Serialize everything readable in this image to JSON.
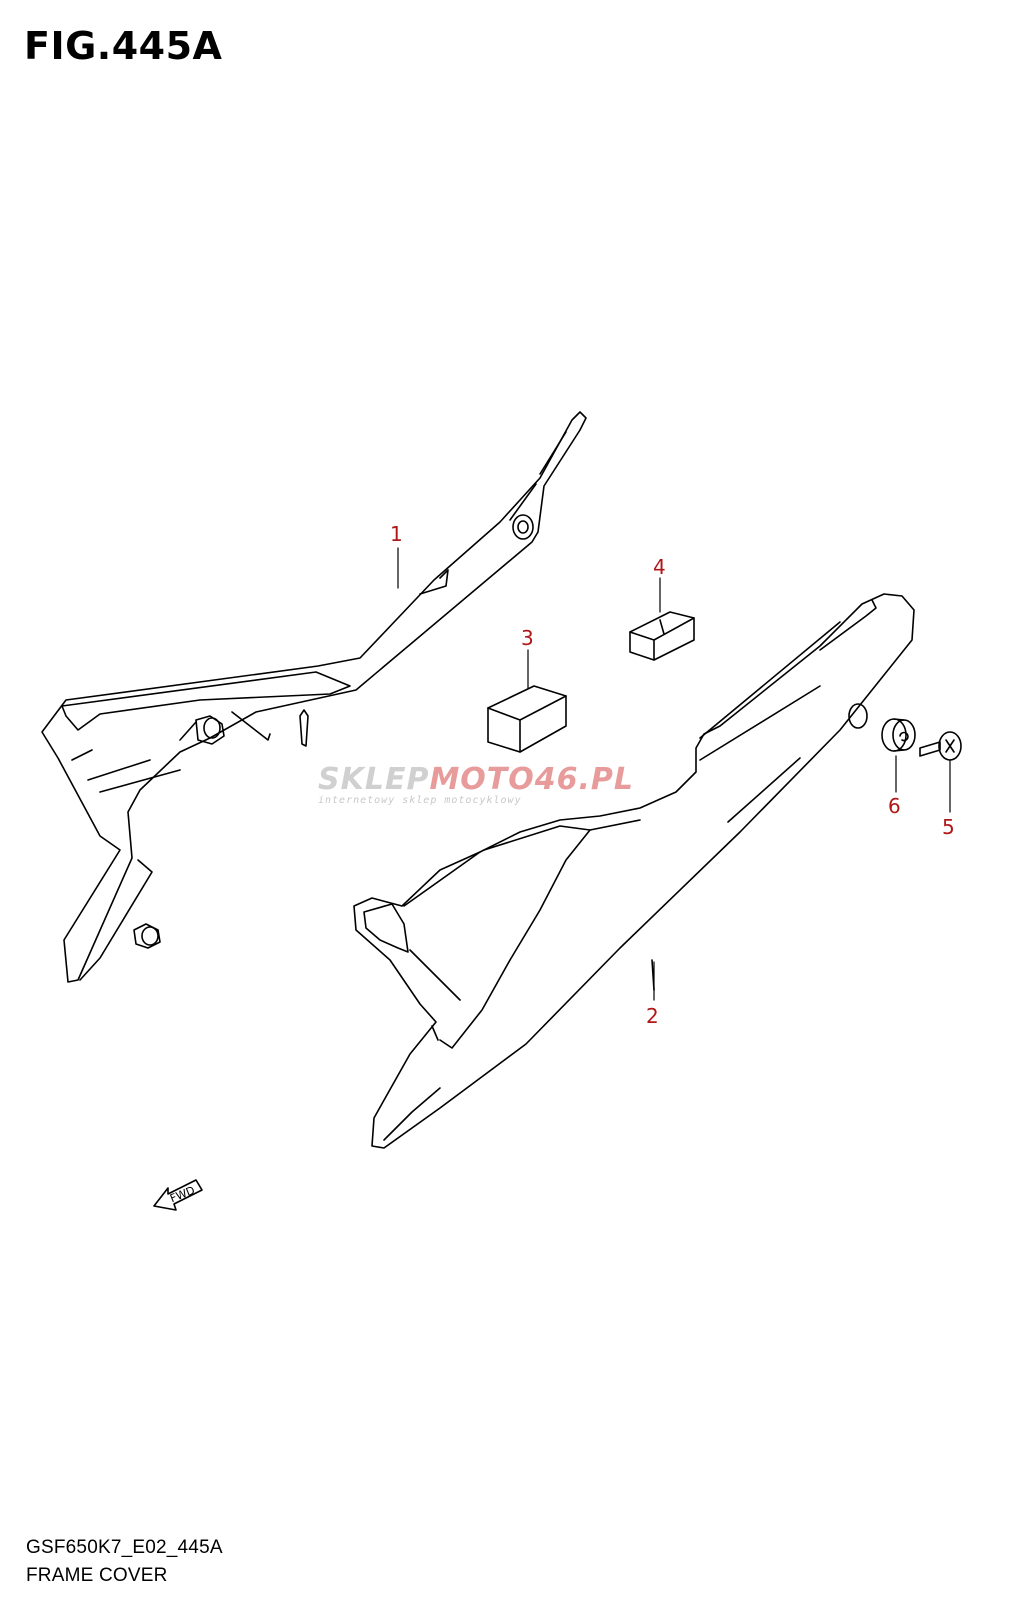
{
  "figure": {
    "title": "FIG.445A"
  },
  "callouts": {
    "c1": "1",
    "c2": "2",
    "c3": "3",
    "c4": "4",
    "c5": "5",
    "c6": "6"
  },
  "arrow": {
    "label": "FWD"
  },
  "watermark": {
    "main_a": "SKLEP",
    "main_b": "MOTO46.PL",
    "sub": "internetowy sklep motocyklowy"
  },
  "footer": {
    "code": "GSF650K7_E02_445A",
    "name": "FRAME COVER"
  },
  "colors": {
    "callout": "#b01818",
    "line": "#000000",
    "watermark": "#c8c8c8"
  }
}
